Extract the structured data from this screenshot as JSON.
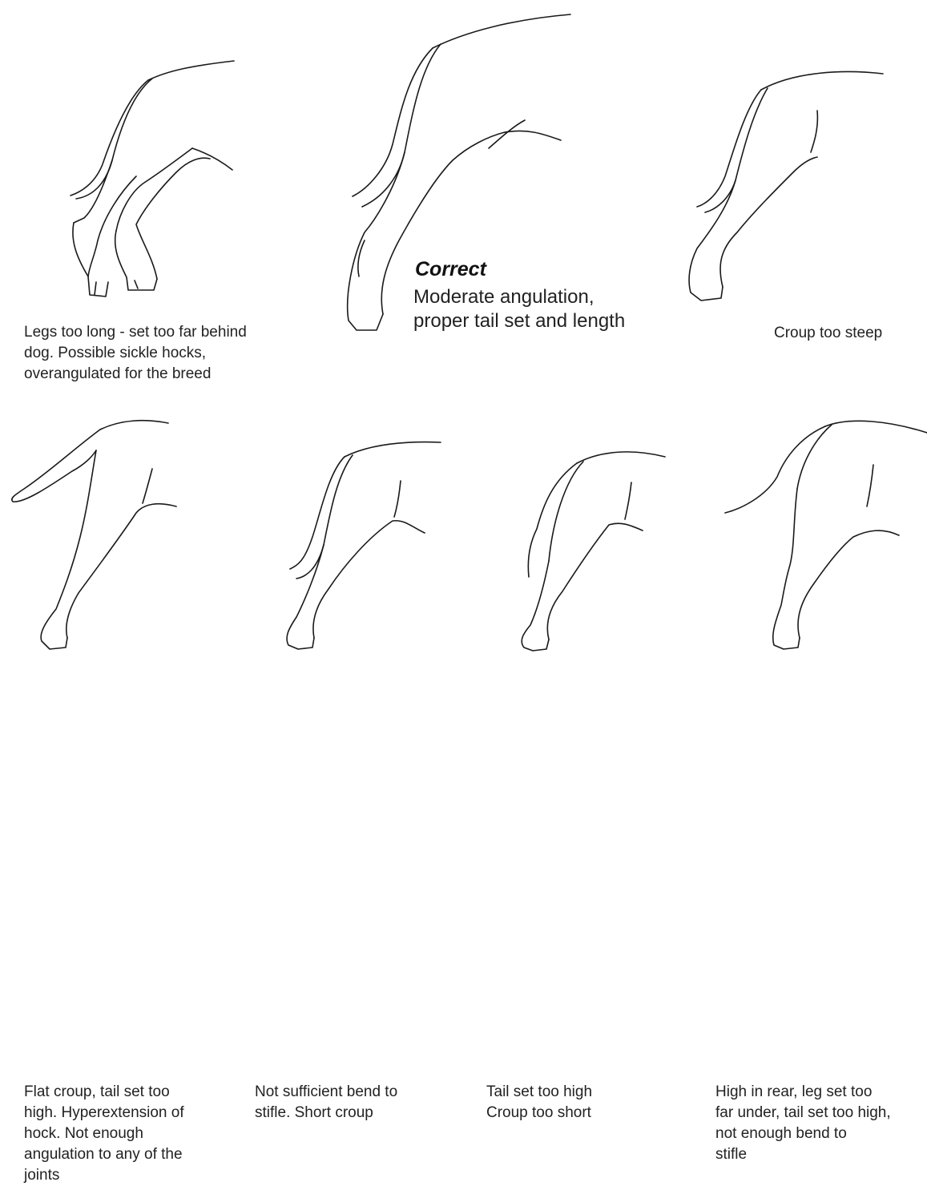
{
  "panels": [
    {
      "id": "long-legs",
      "caption": "Legs too long - set too far behind\ndog. Possible sickle hocks,\noverangulated for the breed"
    },
    {
      "id": "correct",
      "title": "Correct",
      "caption": "Moderate angulation,\nproper tail set and length"
    },
    {
      "id": "steep-croup",
      "caption": "Croup too steep"
    },
    {
      "id": "flat-croup",
      "caption": "Flat croup, tail set too\nhigh. Hyperextension of\nhock. Not enough\nangulation to any of the\njoints"
    },
    {
      "id": "short-croup",
      "caption": "Not sufficient bend to\nstifle. Short croup"
    },
    {
      "id": "high-tail",
      "caption": "Tail set too high\nCroup too short"
    },
    {
      "id": "high-rear",
      "caption": "High in rear, leg set too\nfar under, tail set too high,\nnot enough bend to\nstifle"
    }
  ]
}
